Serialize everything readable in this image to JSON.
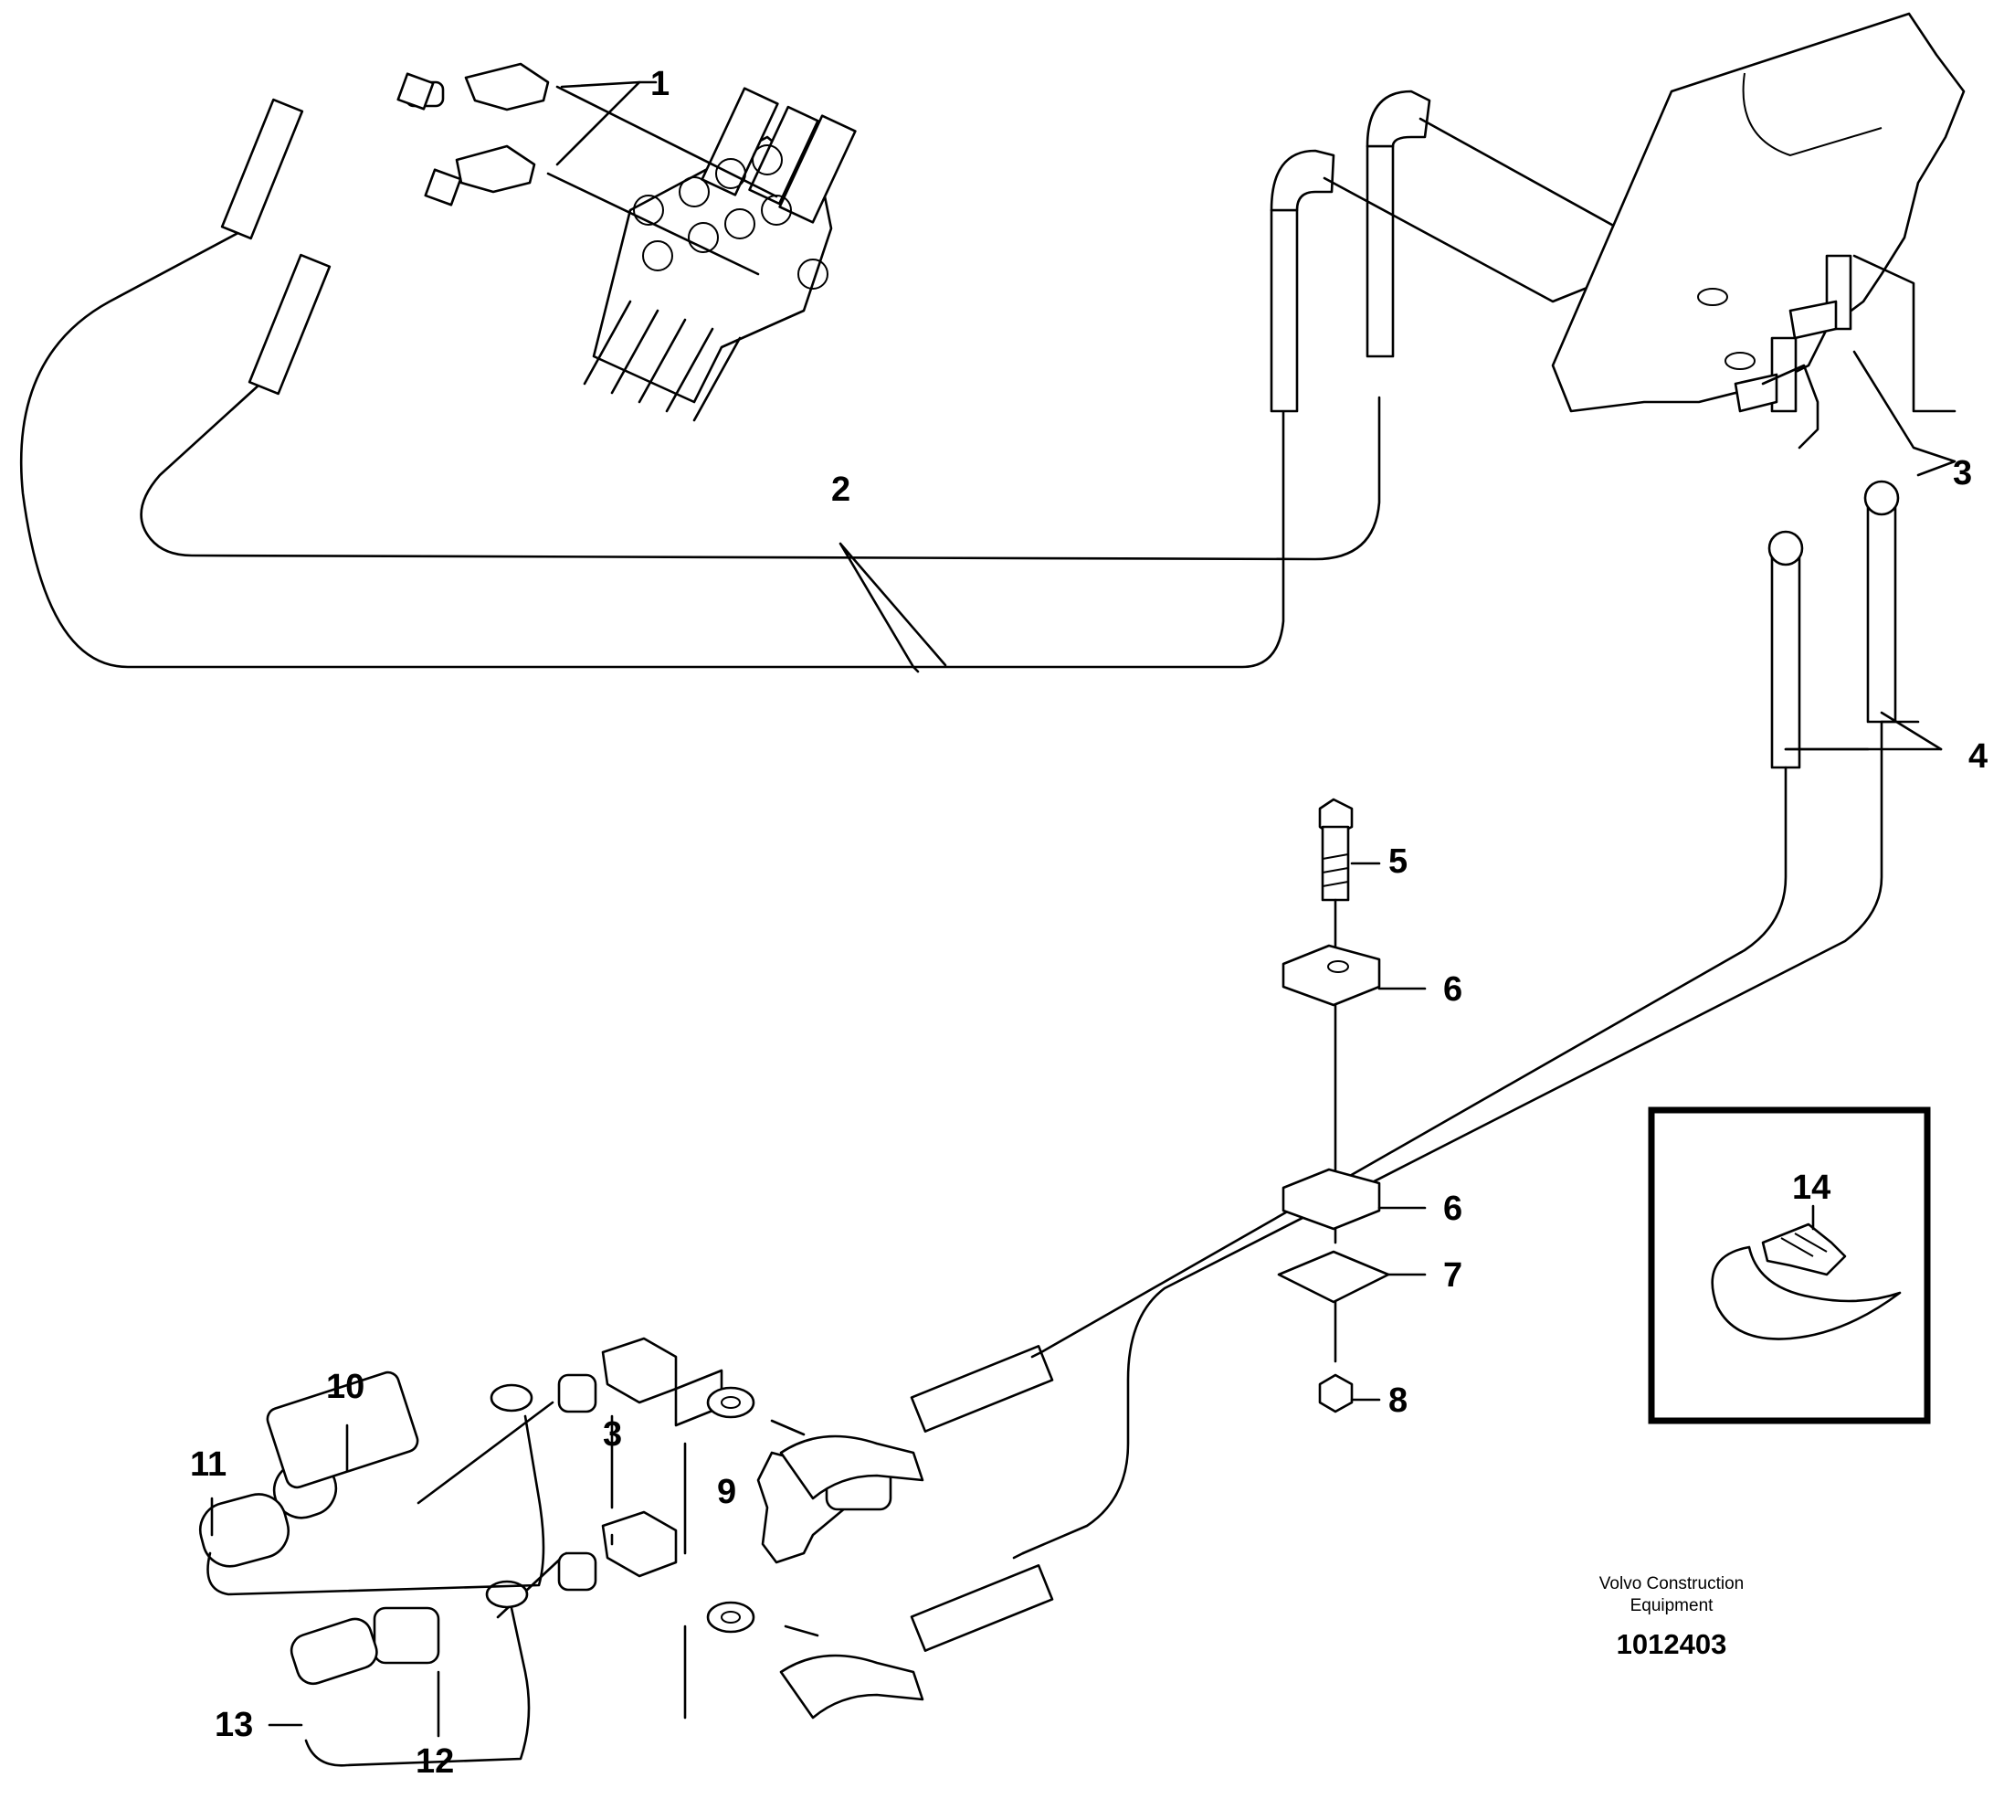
{
  "callouts": {
    "c1": "1",
    "c2": "2",
    "c3a": "3",
    "c4": "4",
    "c5": "5",
    "c6a": "6",
    "c6b": "6",
    "c7": "7",
    "c8": "8",
    "c3b": "3",
    "c9": "9",
    "c10": "10",
    "c11": "11",
    "c12": "12",
    "c13": "13",
    "c14": "14"
  },
  "footer": {
    "manufacturer": "Volvo Construction\nEquipment",
    "drawing_number": "1012403"
  }
}
